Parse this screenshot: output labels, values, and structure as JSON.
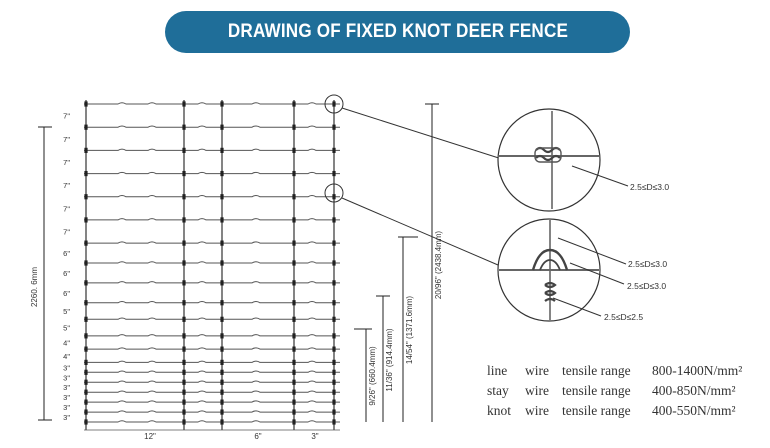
{
  "title": "DRAWING OF FIXED KNOT DEER FENCE",
  "colors": {
    "banner": "#1f6e99",
    "wire": "#555555",
    "text": "#333333"
  },
  "spacings": [
    "7\"",
    "7\"",
    "7\"",
    "7\"",
    "7\"",
    "7\"",
    "6\"",
    "6\"",
    "6\"",
    "5\"",
    "5\"",
    "4\"",
    "4\"",
    "3\"",
    "3\"",
    "3\"",
    "3\"",
    "3\"",
    "3\""
  ],
  "bottom_labels": [
    "12\"",
    "6\"",
    "3\""
  ],
  "dims": {
    "left_total": "2260. 6mm",
    "full": "20/96\" (2438.4mm)",
    "d54": "14/54\" (1371.6mm)",
    "d36": "11/36\" (914.4mm)",
    "d26": "9/26\" (660.4mm)"
  },
  "callouts": {
    "top": "2.5≤D≤3.0",
    "knot_a": "2.5≤D≤3.0",
    "knot_b": "2.5≤D≤3.0",
    "knot_c": "2.5≤D≤2.5"
  },
  "specs": [
    {
      "type": "line",
      "wire": "wire",
      "label": "tensile range",
      "value": "800-1400N/mm²"
    },
    {
      "type": "stay",
      "wire": "wire",
      "label": "tensile range",
      "value": "400-850N/mm²"
    },
    {
      "type": "knot",
      "wire": "wire",
      "label": "tensile range",
      "value": "400-550N/mm²"
    }
  ]
}
